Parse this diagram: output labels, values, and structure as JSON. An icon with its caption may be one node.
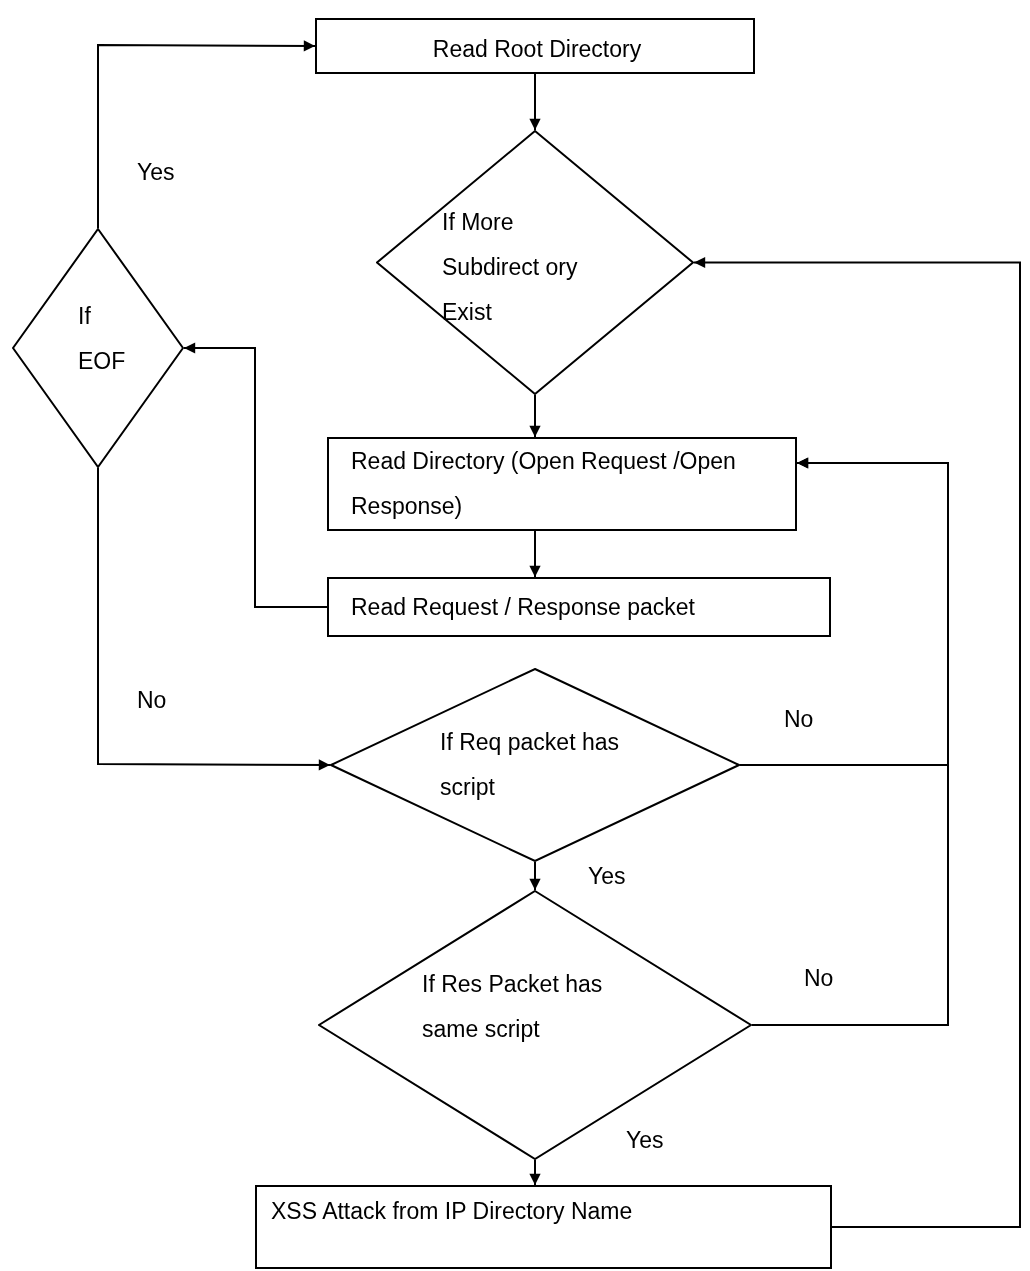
{
  "diagram": {
    "nodes": [
      {
        "text": [
          "Read Root Directory"
        ]
      },
      {
        "text": [
          "If More Subdirect ory Exist"
        ]
      },
      {
        "text": [
          "If EOF"
        ]
      },
      {
        "text": [
          "Read Directory (Open Request /Open Response)"
        ]
      },
      {
        "text": [
          "Read Request / Response packet"
        ]
      },
      {
        "text": [
          "If Req packet has script"
        ]
      },
      {
        "text": [
          "If Res Packet has same script"
        ]
      },
      {
        "text": [
          "XSS Attack from IP Directory Name"
        ]
      }
    ],
    "edges": [
      {
        "from": 0,
        "to": 1,
        "arrow": "to"
      },
      {
        "from": 1,
        "to": 3,
        "arrow": "to"
      },
      {
        "from": 3,
        "to": 4,
        "arrow": "to"
      },
      {
        "from": 4,
        "to": 2,
        "arrow": "to"
      },
      {
        "from": 2,
        "to": 0,
        "arrow": "to",
        "label": "Yes"
      },
      {
        "from": 2,
        "to": 5,
        "arrow": "to",
        "label": "No"
      },
      {
        "from": 5,
        "to": 6,
        "arrow": "to",
        "label": "Yes"
      },
      {
        "from": 5,
        "to": 3,
        "arrow": "to",
        "label": "No"
      },
      {
        "from": 6,
        "to": 3,
        "arrow": "to",
        "label": "No"
      },
      {
        "from": 6,
        "to": 7,
        "arrow": "to",
        "label": "Yes"
      },
      {
        "from": 7,
        "to": 1,
        "arrow": "to"
      }
    ]
  }
}
